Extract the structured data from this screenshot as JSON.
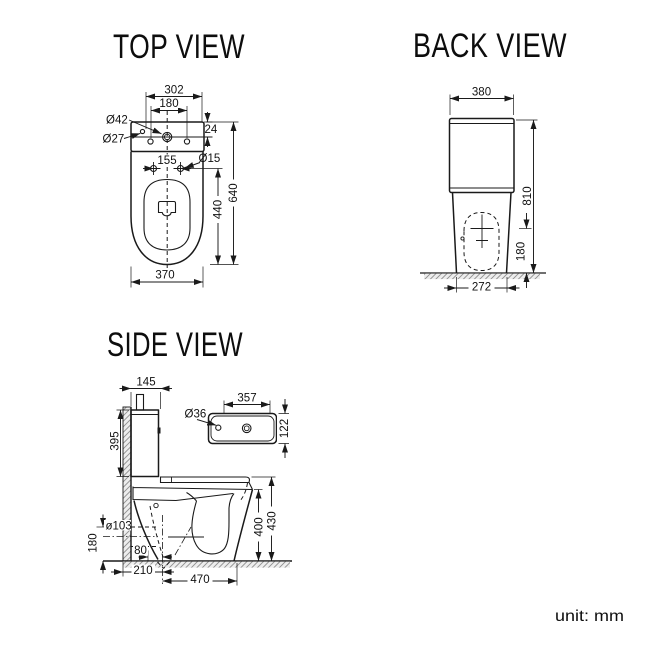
{
  "unit_note": "unit: mm",
  "colors": {
    "line": "#1a1a1a",
    "hatch_background": "#ededed",
    "hatch_stroke": "#8f8f8f",
    "background": "#ffffff"
  },
  "top_view": {
    "title": "TOP VIEW",
    "dims": {
      "overall_width": "302",
      "hole_pitch": "180",
      "rim_offset": "24",
      "hole_d42": "Ø42",
      "hole_d27": "Ø27",
      "seat_hole_pitch": "155",
      "seat_hole_dia": "Ø15",
      "overall_depth": "640",
      "bowl_depth": "440",
      "bowl_width": "370"
    }
  },
  "back_view": {
    "title": "BACK VIEW",
    "dims": {
      "tank_width": "380",
      "overall_height": "810",
      "outlet_height": "180",
      "base_width": "272"
    }
  },
  "side_view": {
    "title": "SIDE VIEW",
    "dims": {
      "tank_depth": "145",
      "tank_height": "395",
      "lid_hole_dia": "Ø36",
      "lid_width": "357",
      "lid_depth": "122",
      "outlet_dia": "ø103",
      "outlet_height": "180",
      "outlet_offset": "80",
      "outlet_wall_distance": "210",
      "overall_depth": "470",
      "rim_height": "400",
      "seat_height": "430"
    }
  }
}
